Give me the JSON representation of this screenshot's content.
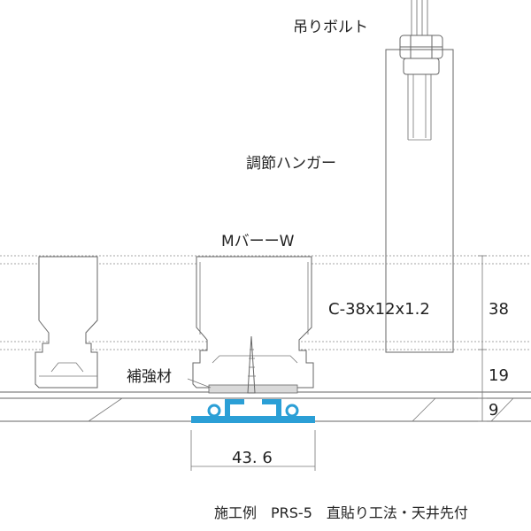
{
  "labels": {
    "bolt": "吊りボルト",
    "hanger": "調節ハンガー",
    "mbar": "MバーーW",
    "channel": "C-38x12x1.2",
    "reinforcement": "補強材",
    "caption": "施工例　PRS-5　直貼り工法・天井先付"
  },
  "dimensions": {
    "width": "43. 6",
    "d1": "38",
    "d2": "19",
    "d3": "9"
  },
  "colors": {
    "panel": "#2b9fd6",
    "line": "#666666",
    "board": "#d9d9d9"
  }
}
